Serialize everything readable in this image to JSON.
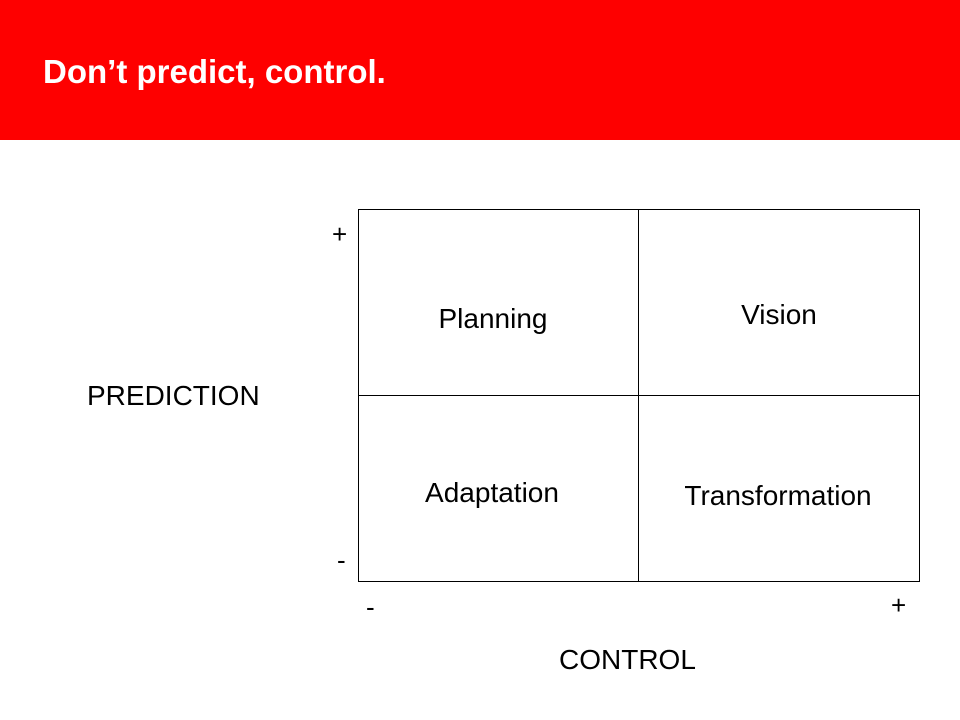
{
  "slide": {
    "title": "Don’t predict, control.",
    "colors": {
      "title_bar": "#fe0000",
      "title_text": "#ffffff",
      "background": "#ffffff",
      "lines": "#000000"
    }
  },
  "matrix": {
    "y_axis": {
      "label": "PREDICTION",
      "high": "+",
      "low": "-"
    },
    "x_axis": {
      "label": "CONTROL",
      "low": "-",
      "high": "+"
    },
    "quadrants": {
      "top_left": "Planning",
      "top_right": "Vision",
      "bottom_left": "Adaptation",
      "bottom_right": "Transformation"
    }
  }
}
